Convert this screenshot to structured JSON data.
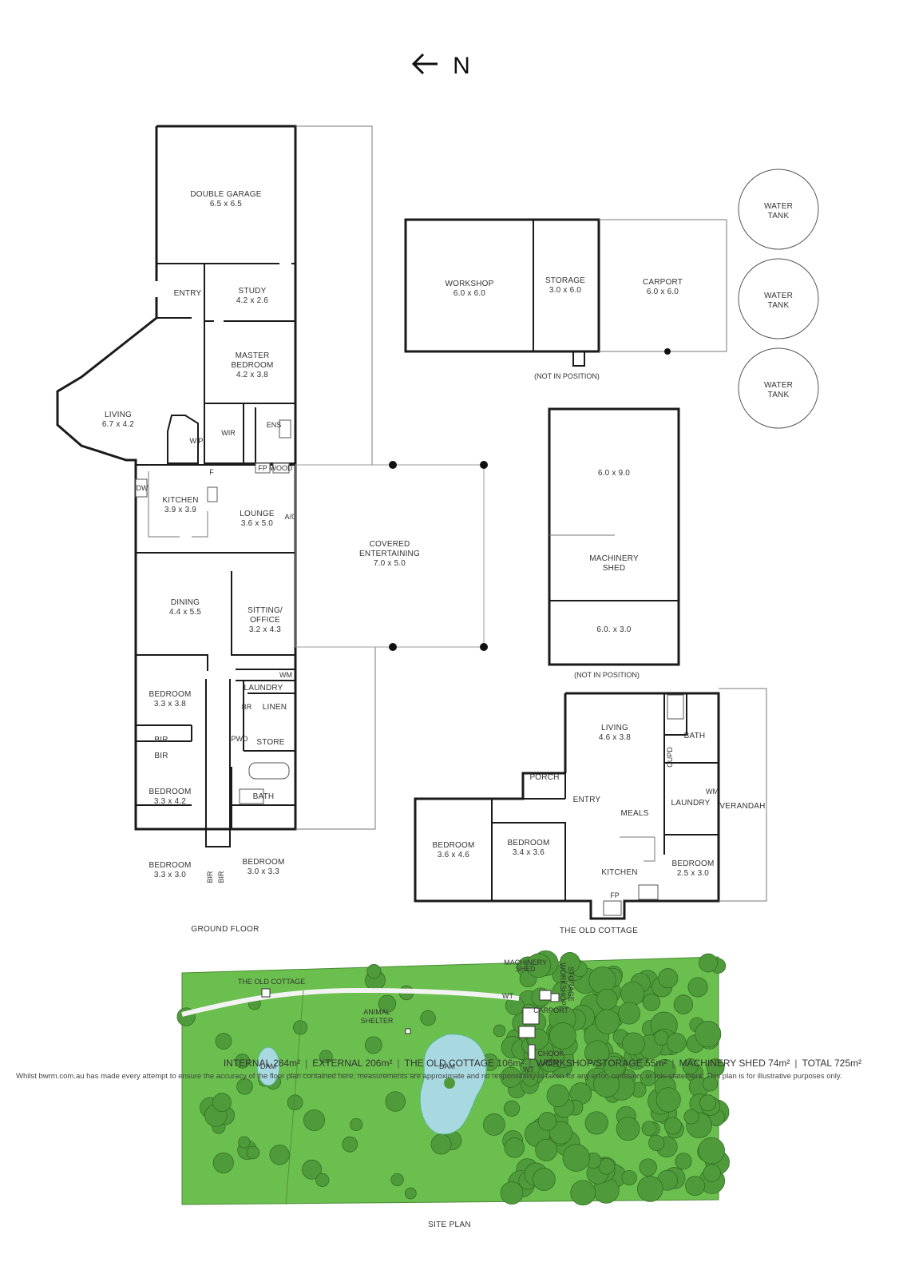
{
  "compass": {
    "label": "N",
    "icon": "arrow-left-icon"
  },
  "main_house": {
    "title": "GROUND FLOOR",
    "rooms": {
      "double_garage": {
        "name": "DOUBLE GARAGE",
        "dims": "6.5 x 6.5"
      },
      "entry": {
        "name": "ENTRY"
      },
      "study": {
        "name": "STUDY",
        "dims": "4.2 x 2.6"
      },
      "master": {
        "name1": "MASTER",
        "name2": "BEDROOM",
        "dims": "4.2 x 3.8"
      },
      "living": {
        "name": "LIVING",
        "dims": "6.7 x 4.2"
      },
      "wip": {
        "name": "WIP"
      },
      "wir": {
        "name": "WIR"
      },
      "ens": {
        "name": "ENS"
      },
      "kitchen": {
        "name": "KITCHEN",
        "dims": "3.9 x 3.9"
      },
      "dw": {
        "name": "DW"
      },
      "f": {
        "name": "F"
      },
      "lounge": {
        "name": "LOUNGE",
        "dims": "3.6 x 5.0"
      },
      "dining": {
        "name": "DINING",
        "dims": "4.4 x 5.5"
      },
      "sitting": {
        "name1": "SITTING/",
        "name2": "OFFICE",
        "dims": "3.2 x 4.3"
      },
      "covered": {
        "name1": "COVERED",
        "name2": "ENTERTAINING",
        "dims": "7.0 x 5.0"
      },
      "bed1": {
        "name": "BEDROOM",
        "dims": "3.3 x 3.8"
      },
      "bir1": {
        "name": "BIR"
      },
      "bir2": {
        "name": "BIR"
      },
      "bed2": {
        "name": "BEDROOM",
        "dims": "3.3 x 4.2"
      },
      "bed3": {
        "name": "BEDROOM",
        "dims": "3.3 x 3.0"
      },
      "bir3": {
        "name": "BIR"
      },
      "bir4": {
        "name": "BIR"
      },
      "bed4": {
        "name": "BEDROOM",
        "dims": "3.0 x 3.3"
      },
      "laundry": {
        "name": "LAUNDRY"
      },
      "wm": {
        "name": "WM"
      },
      "br": {
        "name": "BR"
      },
      "linen": {
        "name": "LINEN"
      },
      "pwd": {
        "name": "PWD"
      },
      "store": {
        "name": "STORE"
      },
      "bath": {
        "name": "BATH"
      },
      "fp": {
        "name": "FP"
      },
      "wood": {
        "name": "WOOD"
      },
      "ac": {
        "name": "A/C"
      }
    }
  },
  "outbuildings": {
    "workshop": {
      "name": "WORKSHOP",
      "dims": "6.0 x 6.0"
    },
    "storage": {
      "name": "STORAGE",
      "dims": "3.0 x 6.0"
    },
    "carport": {
      "name": "CARPORT",
      "dims": "6.0 x 6.0"
    },
    "not_in_position_1": "(NOT IN POSITION)",
    "water_tanks": [
      {
        "line1": "WATER",
        "line2": "TANK"
      },
      {
        "line1": "WATER",
        "line2": "TANK"
      },
      {
        "line1": "WATER",
        "line2": "TANK"
      }
    ],
    "shed_top": "6.0 x 9.0",
    "shed_name1": "MACHINERY",
    "shed_name2": "SHED",
    "shed_bottom": "6.0. x 3.0",
    "not_in_position_2": "(NOT IN POSITION)"
  },
  "cottage": {
    "title": "THE OLD COTTAGE",
    "rooms": {
      "living": {
        "name": "LIVING",
        "dims": "4.6 x 3.8"
      },
      "bath": {
        "name": "BATH"
      },
      "cupd": {
        "name": "CUPD"
      },
      "porch": {
        "name": "PORCH"
      },
      "entry": {
        "name": "ENTRY"
      },
      "meals": {
        "name": "MEALS"
      },
      "wm": {
        "name": "WM"
      },
      "laundry": {
        "name": "LAUNDRY"
      },
      "verandah": {
        "name": "VERANDAH"
      },
      "bed1": {
        "name": "BEDROOM",
        "dims": "3.6 x 4.6"
      },
      "bed2": {
        "name": "BEDROOM",
        "dims": "3.4 x 3.6"
      },
      "kitchen": {
        "name": "KITCHEN"
      },
      "bed3": {
        "name": "BEDROOM",
        "dims": "2.5 x 3.0"
      },
      "fp": {
        "name": "FP"
      }
    }
  },
  "site_plan": {
    "title": "SITE PLAN",
    "colors": {
      "grass": "#6bbf4e",
      "tree": "#4f9a3a",
      "water": "#a8d8e0"
    },
    "labels": {
      "old_cottage": "THE OLD COTTAGE",
      "machinery_shed1": "MACHINERY",
      "machinery_shed2": "SHED",
      "workshop": "WORKSHOP",
      "storage": "STORAGE",
      "carport": "CARPORT",
      "wt1": "WT",
      "animal1": "ANIMAL",
      "animal2": "SHELTER",
      "dam_small": "DAM",
      "dam_big": "DAM",
      "chook1": "CHOOK",
      "chook2": "PEN",
      "wt2": "WT"
    }
  },
  "areas": [
    {
      "label": "INTERNAL",
      "value": "284m²"
    },
    {
      "label": "EXTERNAL",
      "value": "206m²"
    },
    {
      "label": "THE OLD COTTAGE",
      "value": "106m²"
    },
    {
      "label": "WORKSHOP/STORAGE",
      "value": "55m²"
    },
    {
      "label": "MACHINERY SHED",
      "value": "74m²"
    },
    {
      "label": "TOTAL",
      "value": "725m²"
    }
  ],
  "disclaimer": "Whilst bwrm.com.au has made every attempt to ensure the accuracy of the floor plan contained here, measurements are approximate and no responsibility is taken for any error, omission, or mis-statement. This plan is for illustrative purposes only."
}
